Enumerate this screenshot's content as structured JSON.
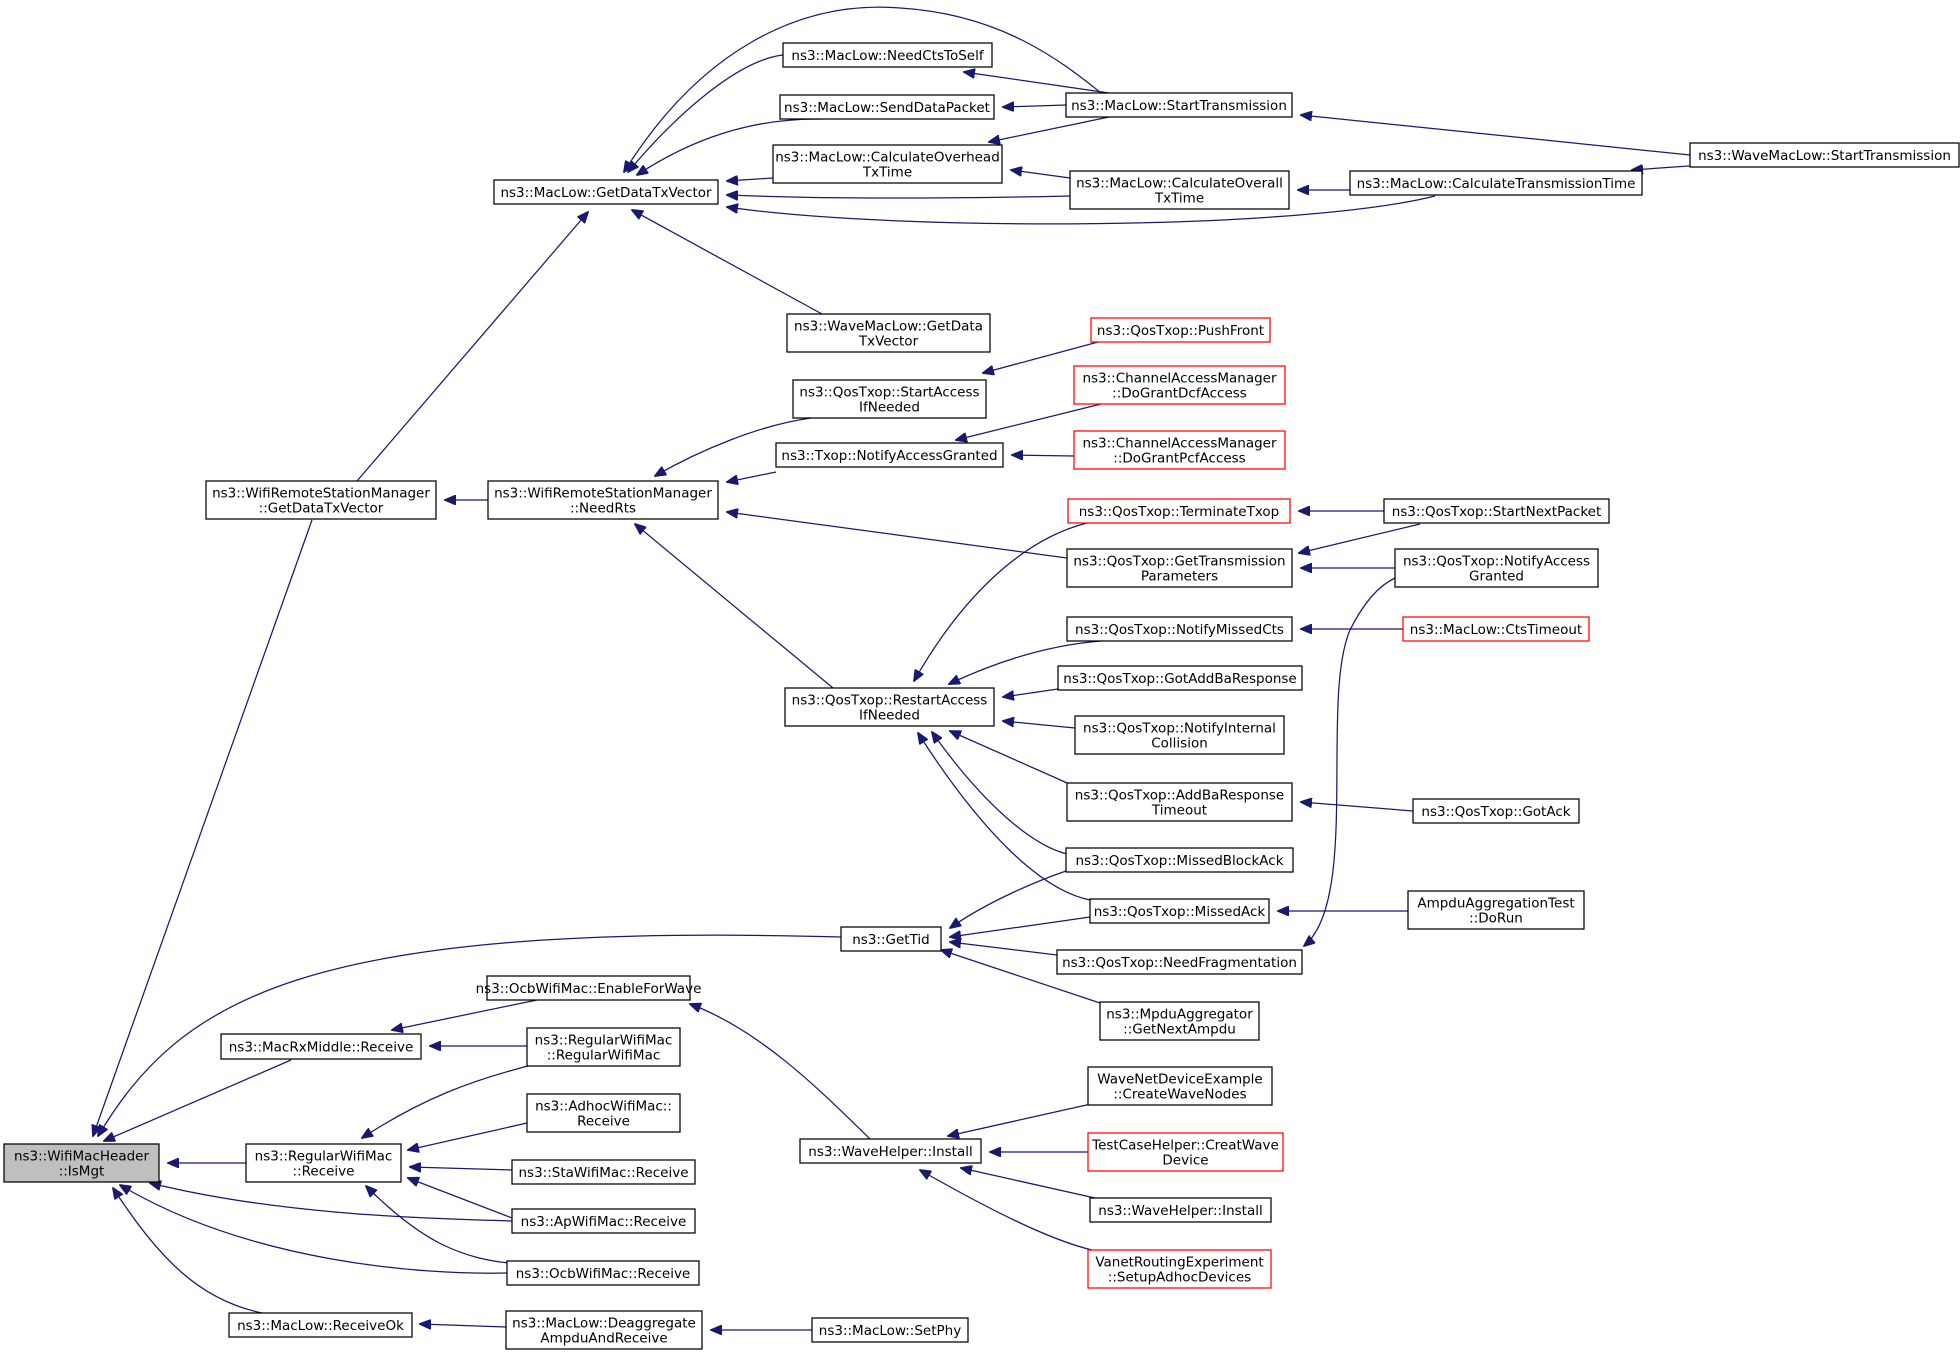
{
  "colors": {
    "edge": "#191970",
    "root_fill": "#bfbfbf",
    "truncated_border": "#ff0000",
    "node_border": "#000000"
  },
  "nodes": [
    {
      "id": "isMgt",
      "lines": [
        "ns3::WifiMacHeader",
        "::IsMgt"
      ],
      "root": true
    },
    {
      "id": "wrsmGetDataTxVector",
      "lines": [
        "ns3::WifiRemoteStationManager",
        "::GetDataTxVector"
      ]
    },
    {
      "id": "macRxMiddleReceive",
      "lines": [
        "ns3::MacRxMiddle::Receive"
      ]
    },
    {
      "id": "regularWifiMacReceive",
      "lines": [
        "ns3::RegularWifiMac",
        "::Receive"
      ]
    },
    {
      "id": "macLowReceiveOk",
      "lines": [
        "ns3::MacLow::ReceiveOk"
      ]
    },
    {
      "id": "macLowGetDataTxVector",
      "lines": [
        "ns3::MacLow::GetDataTxVector"
      ]
    },
    {
      "id": "wrsmNeedRts",
      "lines": [
        "ns3::WifiRemoteStationManager",
        "::NeedRts"
      ]
    },
    {
      "id": "ocbEnableForWave",
      "lines": [
        "ns3::OcbWifiMac::EnableForWave"
      ]
    },
    {
      "id": "regularWifiMacCtor",
      "lines": [
        "ns3::RegularWifiMac",
        "::RegularWifiMac"
      ]
    },
    {
      "id": "adhocReceive",
      "lines": [
        "ns3::AdhocWifiMac::",
        "Receive"
      ]
    },
    {
      "id": "staReceive",
      "lines": [
        "ns3::StaWifiMac::Receive"
      ]
    },
    {
      "id": "apReceive",
      "lines": [
        "ns3::ApWifiMac::Receive"
      ]
    },
    {
      "id": "ocbReceive",
      "lines": [
        "ns3::OcbWifiMac::Receive"
      ]
    },
    {
      "id": "deaggregate",
      "lines": [
        "ns3::MacLow::Deaggregate",
        "AmpduAndReceive"
      ]
    },
    {
      "id": "needCtsToSelf",
      "lines": [
        "ns3::MacLow::NeedCtsToSelf"
      ]
    },
    {
      "id": "sendDataPacket",
      "lines": [
        "ns3::MacLow::SendDataPacket"
      ]
    },
    {
      "id": "calcOverheadTxTime",
      "lines": [
        "ns3::MacLow::CalculateOverhead",
        "TxTime"
      ]
    },
    {
      "id": "waveMacLowGetDataTxVector",
      "lines": [
        "ns3::WaveMacLow::GetData",
        "TxVector"
      ]
    },
    {
      "id": "qosStartAccessIfNeeded",
      "lines": [
        "ns3::QosTxop::StartAccess",
        "IfNeeded"
      ]
    },
    {
      "id": "txopNotifyAccessGranted",
      "lines": [
        "ns3::Txop::NotifyAccessGranted"
      ]
    },
    {
      "id": "qosRestartAccessIfNeeded",
      "lines": [
        "ns3::QosTxop::RestartAccess",
        "IfNeeded"
      ]
    },
    {
      "id": "getTid",
      "lines": [
        "ns3::GetTid"
      ]
    },
    {
      "id": "waveHelperInstall",
      "lines": [
        "ns3::WaveHelper::Install"
      ]
    },
    {
      "id": "macLowSetPhy",
      "lines": [
        "ns3::MacLow::SetPhy"
      ]
    },
    {
      "id": "macLowStartTransmission",
      "lines": [
        "ns3::MacLow::StartTransmission"
      ]
    },
    {
      "id": "calcOverallTxTime",
      "lines": [
        "ns3::MacLow::CalculateOverall",
        "TxTime"
      ]
    },
    {
      "id": "qosPushFront",
      "lines": [
        "ns3::QosTxop::PushFront"
      ],
      "truncated": true
    },
    {
      "id": "camDoGrantDcf",
      "lines": [
        "ns3::ChannelAccessManager",
        "::DoGrantDcfAccess"
      ],
      "truncated": true
    },
    {
      "id": "camDoGrantPcf",
      "lines": [
        "ns3::ChannelAccessManager",
        "::DoGrantPcfAccess"
      ],
      "truncated": true
    },
    {
      "id": "qosTerminateTxop",
      "lines": [
        "ns3::QosTxop::TerminateTxop"
      ],
      "truncated": true
    },
    {
      "id": "qosGetTransmissionParameters",
      "lines": [
        "ns3::QosTxop::GetTransmission",
        "Parameters"
      ]
    },
    {
      "id": "qosNotifyMissedCts",
      "lines": [
        "ns3::QosTxop::NotifyMissedCts"
      ]
    },
    {
      "id": "qosGotAddBaResponse",
      "lines": [
        "ns3::QosTxop::GotAddBaResponse"
      ]
    },
    {
      "id": "qosNotifyInternalCollision",
      "lines": [
        "ns3::QosTxop::NotifyInternal",
        "Collision"
      ]
    },
    {
      "id": "qosAddBaResponseTimeout",
      "lines": [
        "ns3::QosTxop::AddBaResponse",
        "Timeout"
      ]
    },
    {
      "id": "qosMissedBlockAck",
      "lines": [
        "ns3::QosTxop::MissedBlockAck"
      ]
    },
    {
      "id": "qosMissedAck",
      "lines": [
        "ns3::QosTxop::MissedAck"
      ]
    },
    {
      "id": "qosNeedFragmentation",
      "lines": [
        "ns3::QosTxop::NeedFragmentation"
      ]
    },
    {
      "id": "mpduAggregatorGetNextAmpdu",
      "lines": [
        "ns3::MpduAggregator",
        "::GetNextAmpdu"
      ]
    },
    {
      "id": "waveNetDeviceExample",
      "lines": [
        "WaveNetDeviceExample",
        "::CreateWaveNodes"
      ]
    },
    {
      "id": "testCaseHelper",
      "lines": [
        "TestCaseHelper::CreatWave",
        "Device"
      ],
      "truncated": true
    },
    {
      "id": "waveHelperInstall2",
      "lines": [
        "ns3::WaveHelper::Install"
      ]
    },
    {
      "id": "vanetRouting",
      "lines": [
        "VanetRoutingExperiment",
        "::SetupAdhocDevices"
      ],
      "truncated": true
    },
    {
      "id": "calcTransmissionTime",
      "lines": [
        "ns3::MacLow::CalculateTransmissionTime"
      ]
    },
    {
      "id": "waveMacLowStartTransmission",
      "lines": [
        "ns3::WaveMacLow::StartTransmission"
      ]
    },
    {
      "id": "qosStartNextPacket",
      "lines": [
        "ns3::QosTxop::StartNextPacket"
      ]
    },
    {
      "id": "qosNotifyAccessGranted",
      "lines": [
        "ns3::QosTxop::NotifyAccess",
        "Granted"
      ]
    },
    {
      "id": "macLowCtsTimeout",
      "lines": [
        "ns3::MacLow::CtsTimeout"
      ],
      "truncated": true
    },
    {
      "id": "qosGotAck",
      "lines": [
        "ns3::QosTxop::GotAck"
      ]
    },
    {
      "id": "ampduAggregationTest",
      "lines": [
        "AmpduAggregationTest",
        "::DoRun"
      ]
    }
  ],
  "edges": [
    [
      "isMgt",
      "wrsmGetDataTxVector"
    ],
    [
      "isMgt",
      "getTid"
    ],
    [
      "isMgt",
      "macRxMiddleReceive"
    ],
    [
      "isMgt",
      "regularWifiMacReceive"
    ],
    [
      "isMgt",
      "apReceive"
    ],
    [
      "isMgt",
      "ocbReceive"
    ],
    [
      "isMgt",
      "macLowReceiveOk"
    ],
    [
      "wrsmGetDataTxVector",
      "macLowGetDataTxVector"
    ],
    [
      "wrsmGetDataTxVector",
      "wrsmNeedRts"
    ],
    [
      "macRxMiddleReceive",
      "ocbEnableForWave"
    ],
    [
      "macRxMiddleReceive",
      "regularWifiMacCtor"
    ],
    [
      "regularWifiMacReceive",
      "regularWifiMacCtor"
    ],
    [
      "regularWifiMacReceive",
      "adhocReceive"
    ],
    [
      "regularWifiMacReceive",
      "staReceive"
    ],
    [
      "regularWifiMacReceive",
      "apReceive"
    ],
    [
      "regularWifiMacReceive",
      "ocbReceive"
    ],
    [
      "macLowReceiveOk",
      "deaggregate"
    ],
    [
      "macLowGetDataTxVector",
      "needCtsToSelf"
    ],
    [
      "macLowGetDataTxVector",
      "sendDataPacket"
    ],
    [
      "macLowGetDataTxVector",
      "calcOverheadTxTime"
    ],
    [
      "macLowGetDataTxVector",
      "calcOverallTxTime"
    ],
    [
      "macLowGetDataTxVector",
      "calcTransmissionTime"
    ],
    [
      "macLowGetDataTxVector",
      "macLowStartTransmission"
    ],
    [
      "macLowGetDataTxVector",
      "waveMacLowGetDataTxVector"
    ],
    [
      "wrsmNeedRts",
      "qosStartAccessIfNeeded"
    ],
    [
      "wrsmNeedRts",
      "txopNotifyAccessGranted"
    ],
    [
      "wrsmNeedRts",
      "qosGetTransmissionParameters"
    ],
    [
      "wrsmNeedRts",
      "qosRestartAccessIfNeeded"
    ],
    [
      "ocbEnableForWave",
      "waveHelperInstall"
    ],
    [
      "deaggregate",
      "macLowSetPhy"
    ],
    [
      "needCtsToSelf",
      "macLowStartTransmission"
    ],
    [
      "sendDataPacket",
      "macLowStartTransmission"
    ],
    [
      "calcOverheadTxTime",
      "macLowStartTransmission"
    ],
    [
      "calcOverheadTxTime",
      "calcOverallTxTime"
    ],
    [
      "calcOverallTxTime",
      "calcTransmissionTime"
    ],
    [
      "macLowStartTransmission",
      "waveMacLowStartTransmission"
    ],
    [
      "calcTransmissionTime",
      "waveMacLowStartTransmission"
    ],
    [
      "qosStartAccessIfNeeded",
      "qosPushFront"
    ],
    [
      "txopNotifyAccessGranted",
      "camDoGrantDcf"
    ],
    [
      "txopNotifyAccessGranted",
      "camDoGrantPcf"
    ],
    [
      "qosRestartAccessIfNeeded",
      "qosTerminateTxop"
    ],
    [
      "qosRestartAccessIfNeeded",
      "qosNotifyMissedCts"
    ],
    [
      "qosRestartAccessIfNeeded",
      "qosGotAddBaResponse"
    ],
    [
      "qosRestartAccessIfNeeded",
      "qosNotifyInternalCollision"
    ],
    [
      "qosRestartAccessIfNeeded",
      "qosAddBaResponseTimeout"
    ],
    [
      "qosRestartAccessIfNeeded",
      "qosMissedBlockAck"
    ],
    [
      "qosRestartAccessIfNeeded",
      "qosMissedAck"
    ],
    [
      "getTid",
      "qosMissedBlockAck"
    ],
    [
      "getTid",
      "qosMissedAck"
    ],
    [
      "getTid",
      "qosNeedFragmentation"
    ],
    [
      "getTid",
      "mpduAggregatorGetNextAmpdu"
    ],
    [
      "waveHelperInstall",
      "waveNetDeviceExample"
    ],
    [
      "waveHelperInstall",
      "testCaseHelper"
    ],
    [
      "waveHelperInstall",
      "waveHelperInstall2"
    ],
    [
      "waveHelperInstall",
      "vanetRouting"
    ],
    [
      "qosTerminateTxop",
      "qosStartNextPacket"
    ],
    [
      "qosGetTransmissionParameters",
      "qosStartNextPacket"
    ],
    [
      "qosGetTransmissionParameters",
      "qosNotifyAccessGranted"
    ],
    [
      "qosNotifyMissedCts",
      "macLowCtsTimeout"
    ],
    [
      "qosAddBaResponseTimeout",
      "qosGotAck"
    ],
    [
      "qosMissedAck",
      "ampduAggregationTest"
    ],
    [
      "qosNeedFragmentation",
      "qosNotifyAccessGranted"
    ]
  ]
}
